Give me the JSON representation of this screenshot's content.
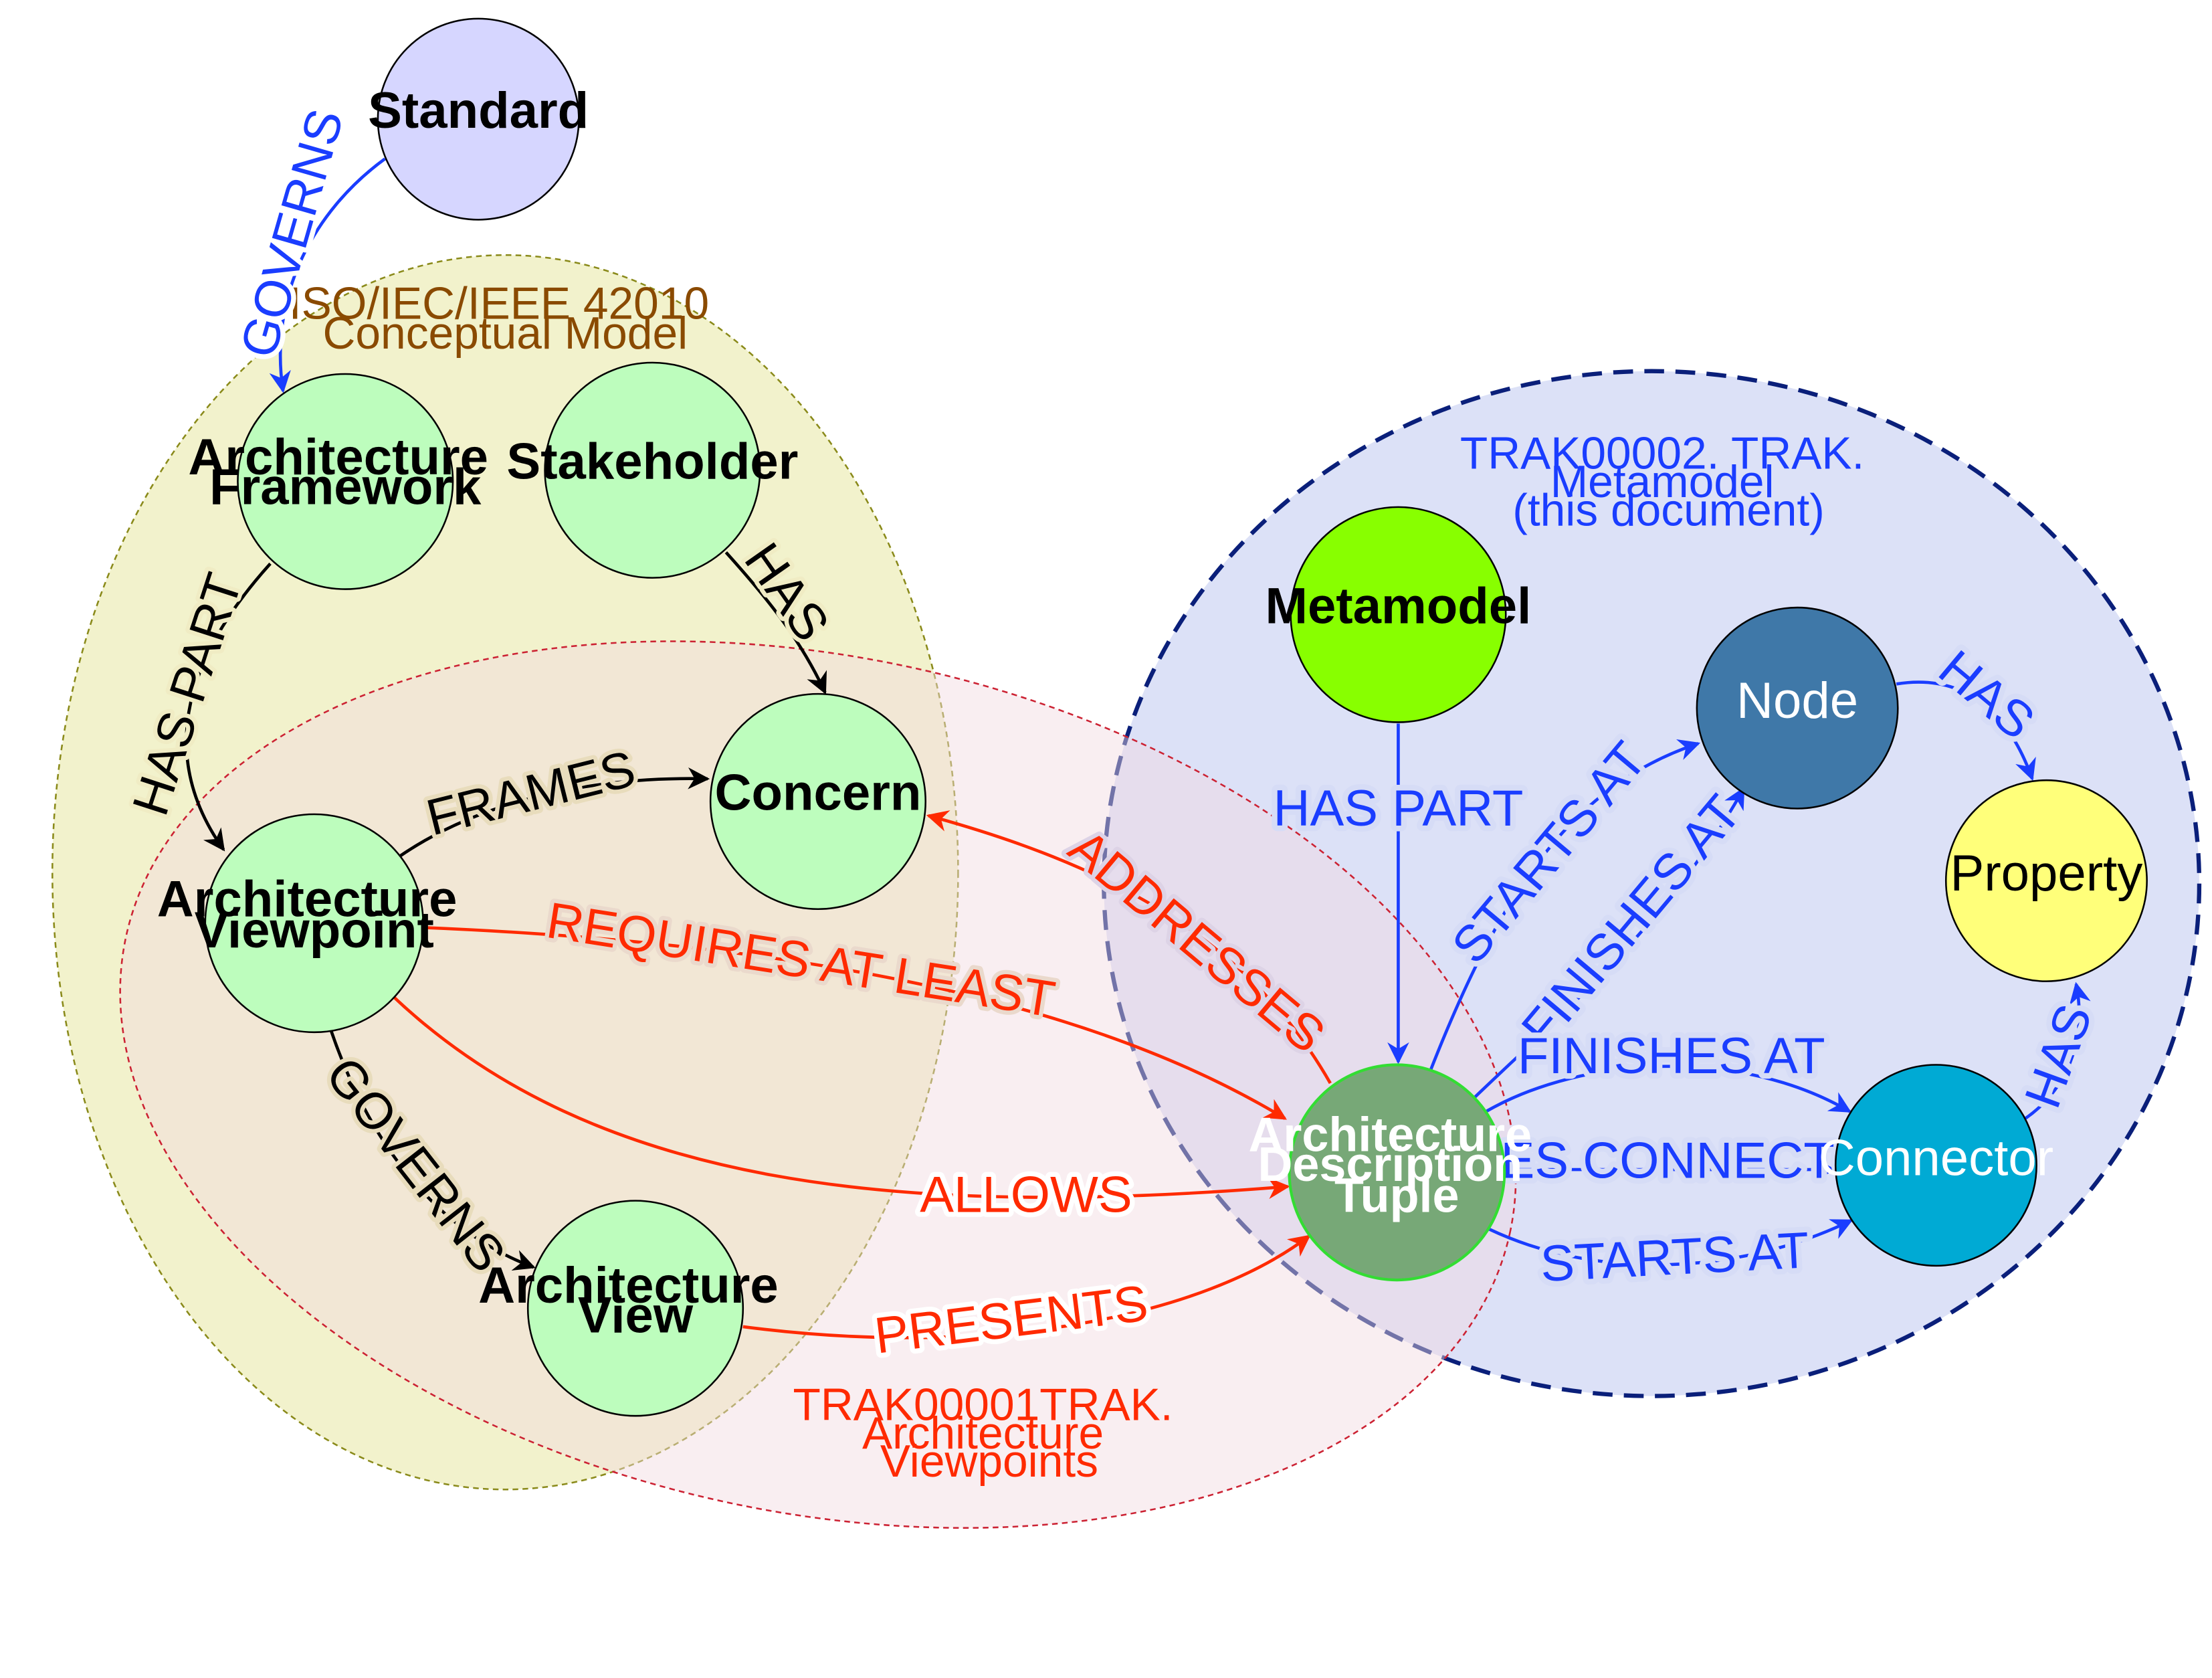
{
  "colors": {
    "black_edge": "#000000",
    "red_edge": "#ff2a00",
    "blue_edge": "#1a3dff",
    "iso_region_fill": "#eeeebb",
    "iso_region_stroke": "#8a8a1a",
    "trak1_region_fill": "#f2d9e0",
    "trak1_region_stroke": "#cc2233",
    "trak2_region_fill": "#d6dcf6",
    "trak2_region_stroke": "#0a1f7a",
    "green_node": "#bdfdbd",
    "standard_node": "#d6d6ff",
    "metamodel_node": "#88ff00",
    "node_node": "#3f78a8",
    "property_node": "#ffff7a",
    "connector_node": "#00aad4",
    "tuple_node": "#77a877",
    "tuple_stroke": "#33dd33"
  },
  "regions": {
    "iso": {
      "lines": [
        "ISO/IEC/IEEE 42010",
        "Conceptual Model"
      ]
    },
    "trak1": {
      "lines": [
        "TRAK00001TRAK.",
        "Architecture",
        "Viewpoints"
      ]
    },
    "trak2": {
      "lines": [
        "TRAK00002. TRAK.",
        "Metamodel",
        "(this document)"
      ]
    }
  },
  "nodes": {
    "standard": {
      "lines": [
        "Standard"
      ]
    },
    "architecture_framework": {
      "lines": [
        "Architecture",
        "Framework"
      ]
    },
    "stakeholder": {
      "lines": [
        "Stakeholder"
      ]
    },
    "concern": {
      "lines": [
        "Concern"
      ]
    },
    "architecture_viewpoint": {
      "lines": [
        "Architecture",
        "Viewpoint"
      ]
    },
    "architecture_view": {
      "lines": [
        "Architecture",
        "View"
      ]
    },
    "metamodel": {
      "lines": [
        "Metamodel"
      ]
    },
    "node": {
      "lines": [
        "Node"
      ]
    },
    "property": {
      "lines": [
        "Property"
      ]
    },
    "connector": {
      "lines": [
        "Connector"
      ]
    },
    "architecture_description_tuple": {
      "lines": [
        "Architecture",
        "Description",
        "Tuple"
      ]
    }
  },
  "edges": {
    "standard_governs_framework": "GOVERNS",
    "framework_has_part_viewpoint": "HAS PART",
    "stakeholder_has_concern": "HAS",
    "viewpoint_frames_concern": "FRAMES",
    "viewpoint_requires_tuple": "REQUIRES AT LEAST",
    "tuple_addresses_concern": "ADDRESSES",
    "viewpoint_allows_tuple": "ALLOWS",
    "viewpoint_governs_view": "GOVERNS",
    "view_presents_tuple": "PRESENTS",
    "metamodel_has_part_tuple": "HAS PART",
    "tuple_starts_at_node": "STARTS AT",
    "tuple_finishes_at_node": "FINISHES AT",
    "tuple_finishes_at_connector": "FINISHES AT",
    "tuple_uses_connector": "USES CONNECTOR",
    "tuple_starts_at_connector": "STARTS AT",
    "node_has_property": "HAS",
    "connector_has_property": "HAS"
  }
}
